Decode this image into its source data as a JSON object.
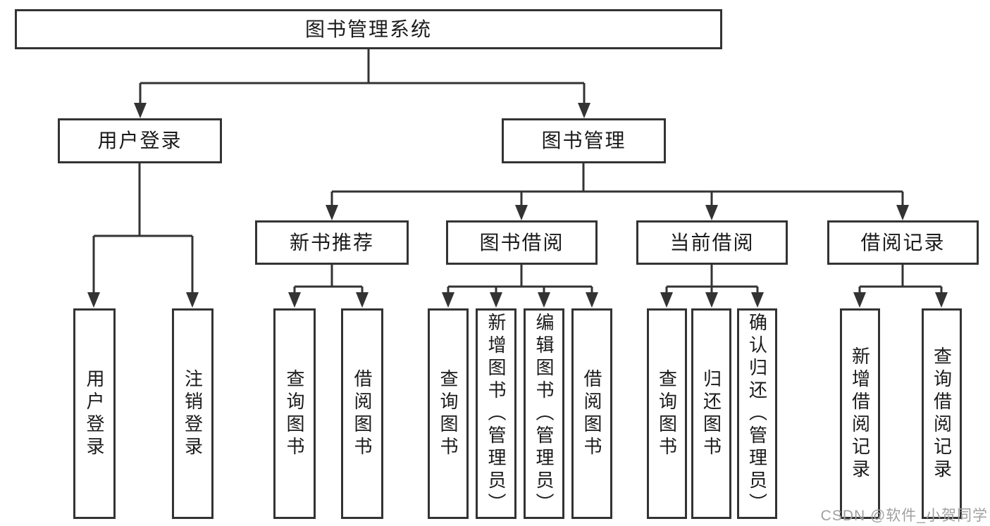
{
  "diagram": {
    "root": {
      "label": "图书管理系统"
    },
    "user_login": {
      "label": "用户登录",
      "children": [
        {
          "label": "用户登录"
        },
        {
          "label": "注销登录"
        }
      ]
    },
    "book_mgmt": {
      "label": "图书管理",
      "children": [
        {
          "label": "新书推荐",
          "children": [
            {
              "label": "查询图书"
            },
            {
              "label": "借阅图书"
            }
          ]
        },
        {
          "label": "图书借阅",
          "children": [
            {
              "label": "查询图书"
            },
            {
              "label": "新增图书（管理员）"
            },
            {
              "label": "编辑图书（管理员）"
            },
            {
              "label": "借阅图书"
            }
          ]
        },
        {
          "label": "当前借阅",
          "children": [
            {
              "label": "查询图书"
            },
            {
              "label": "归还图书"
            },
            {
              "label": "确认归还（管理员）"
            }
          ]
        },
        {
          "label": "借阅记录",
          "children": [
            {
              "label": "新增借阅记录"
            },
            {
              "label": "查询借阅记录"
            }
          ]
        }
      ]
    }
  },
  "watermark": {
    "text": "CSDN @软件_小贺同学"
  },
  "colors": {
    "line": "#333333",
    "text": "#1a1a1a",
    "background": "#ffffff",
    "watermark": "#a0a0a0"
  }
}
